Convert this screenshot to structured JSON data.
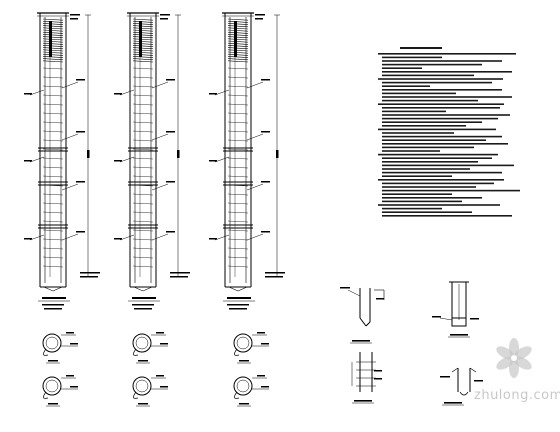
{
  "drawing": {
    "pile_count": 3,
    "section_rows_per_pile": 2,
    "notes_line_count": 46,
    "colors": {
      "line": "#000000",
      "note_bar": "#1a1a1a",
      "watermark": "#c8c8c8",
      "background": "#ffffff"
    }
  },
  "watermark": {
    "text": "zhulong.com",
    "logo_icon": "snowflake-petal-logo-icon"
  }
}
